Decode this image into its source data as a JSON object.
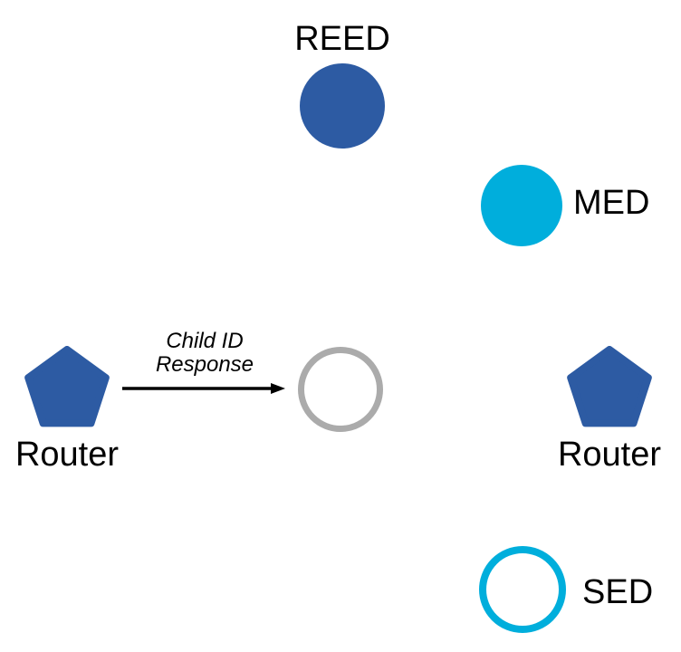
{
  "diagram": {
    "colors": {
      "node_blue": "#2d5ba3",
      "node_cyan": "#00aedc",
      "outline_gray": "#ababab",
      "arrow": "#000000",
      "text": "#000000",
      "background": "#ffffff"
    },
    "nodes": {
      "reed": {
        "label": "REED",
        "shape": "circle",
        "style": "filled-blue",
        "label_position": "top"
      },
      "med": {
        "label": "MED",
        "shape": "circle",
        "style": "filled-cyan",
        "label_position": "right"
      },
      "router_left": {
        "label": "Router",
        "shape": "pentagon",
        "style": "filled-blue",
        "label_position": "bottom"
      },
      "joining_device": {
        "label": "",
        "shape": "circle",
        "style": "outline-gray"
      },
      "router_right": {
        "label": "Router",
        "shape": "pentagon",
        "style": "filled-blue",
        "label_position": "bottom"
      },
      "sed": {
        "label": "SED",
        "shape": "circle",
        "style": "outline-cyan",
        "label_position": "right"
      }
    },
    "edge": {
      "from": "router_left",
      "to": "joining_device",
      "label_line1": "Child ID",
      "label_line2": "Response"
    }
  }
}
